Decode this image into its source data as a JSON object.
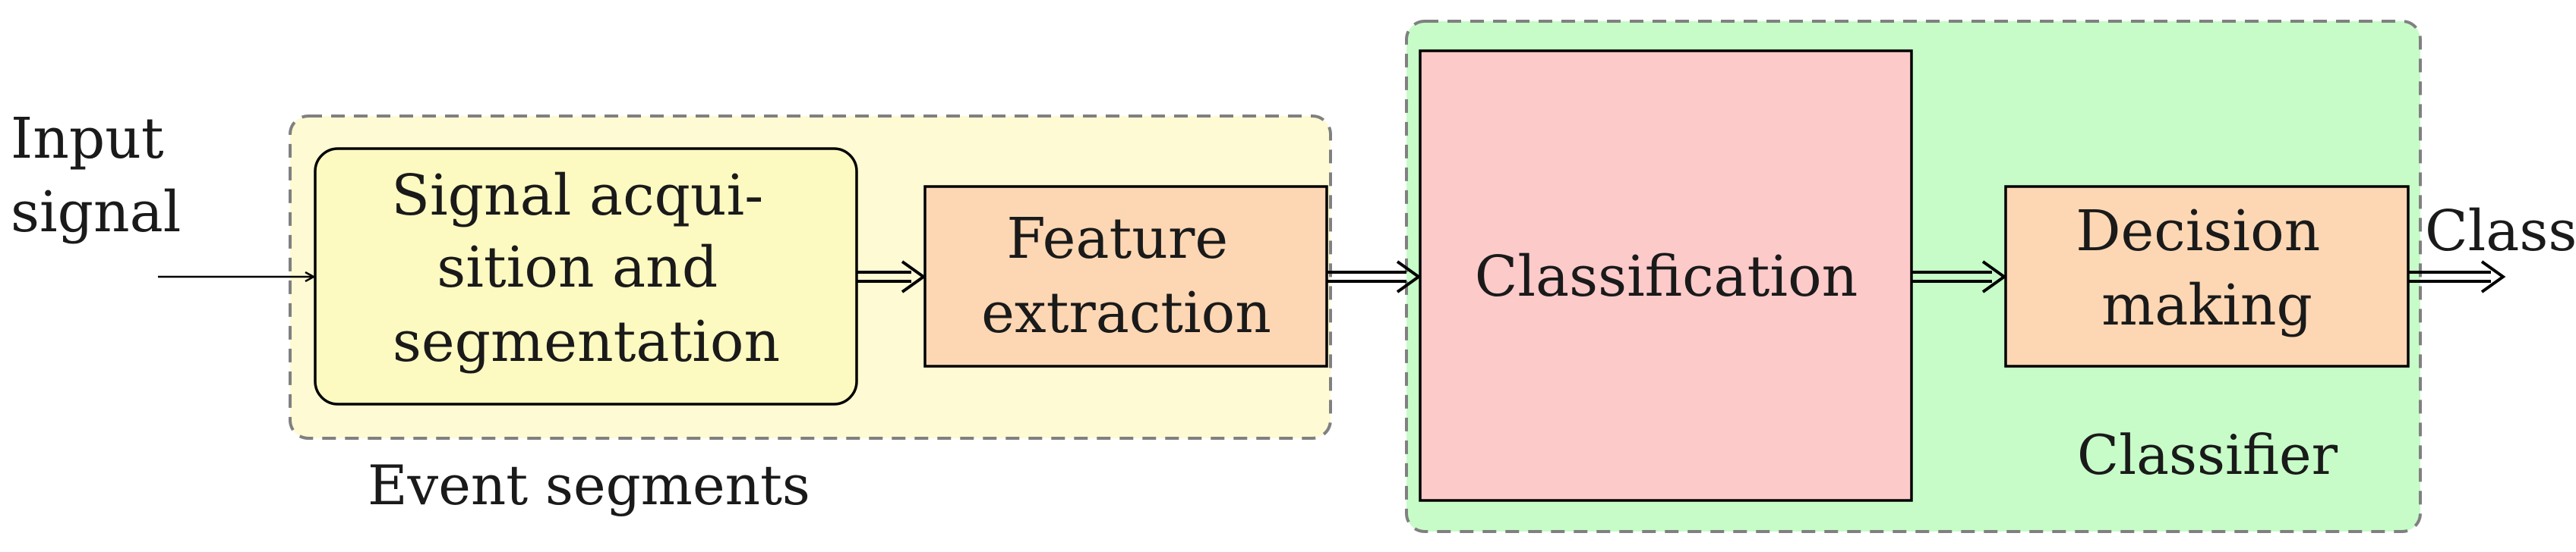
{
  "input_label": [
    "Input",
    "signal"
  ],
  "output_label": "Class",
  "groups": {
    "event_segments": {
      "label": "Event segments",
      "fill": "#fefad4",
      "stroke": "#808080"
    },
    "classifier": {
      "label": "Classifier",
      "fill": "#c7fcc8",
      "stroke": "#808080"
    }
  },
  "blocks": {
    "signal_acquisition": {
      "lines": [
        "Signal acqui-",
        "sition and",
        "segmentation"
      ],
      "fill": "#fcf9c1"
    },
    "feature_extraction": {
      "lines": [
        "Feature",
        "extraction"
      ],
      "fill": "#fdd7b4"
    },
    "classification": {
      "lines": [
        "Classification"
      ],
      "fill": "#fdcaca"
    },
    "decision_making": {
      "lines": [
        "Decision",
        "making"
      ],
      "fill": "#fdd7b4"
    }
  }
}
